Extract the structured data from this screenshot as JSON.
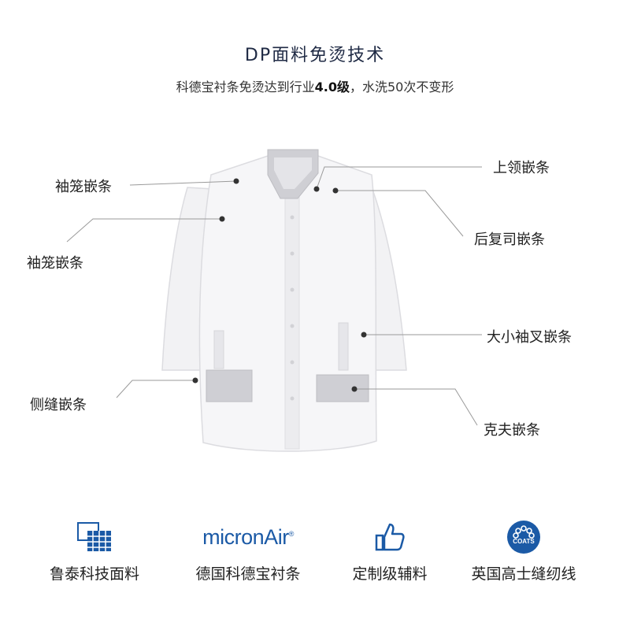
{
  "header": {
    "title": "DP面料免烫技术",
    "subtitle_pre": "科德宝衬条免烫达到行业",
    "subtitle_bold": "4.0级",
    "subtitle_post": "，水洗50次不变形"
  },
  "callouts": {
    "left_top": "袖笼嵌条",
    "left_mid": "袖笼嵌条",
    "left_bottom": "侧缝嵌条",
    "right_collar": "上领嵌条",
    "right_back": "后复司嵌条",
    "right_cuff_slit": "大小袖叉嵌条",
    "right_cuff": "克夫嵌条"
  },
  "features": [
    {
      "label": "鲁泰科技面料",
      "icon": "fabric-swatch-icon"
    },
    {
      "label": "德国科德宝衬条",
      "icon": "micronair-logo",
      "logo_text": "micronAir"
    },
    {
      "label": "定制级辅料",
      "icon": "thumbs-up-icon"
    },
    {
      "label": "英国高士缝纫线",
      "icon": "coats-logo",
      "logo_text": "COATS"
    }
  ],
  "colors": {
    "accent": "#1b5aa6",
    "title": "#1f2a44",
    "shirt": "#f4f4f6",
    "shirt_outline": "#d9d9dd",
    "collar": "#c9c9ce",
    "line": "#9a9a9a"
  }
}
